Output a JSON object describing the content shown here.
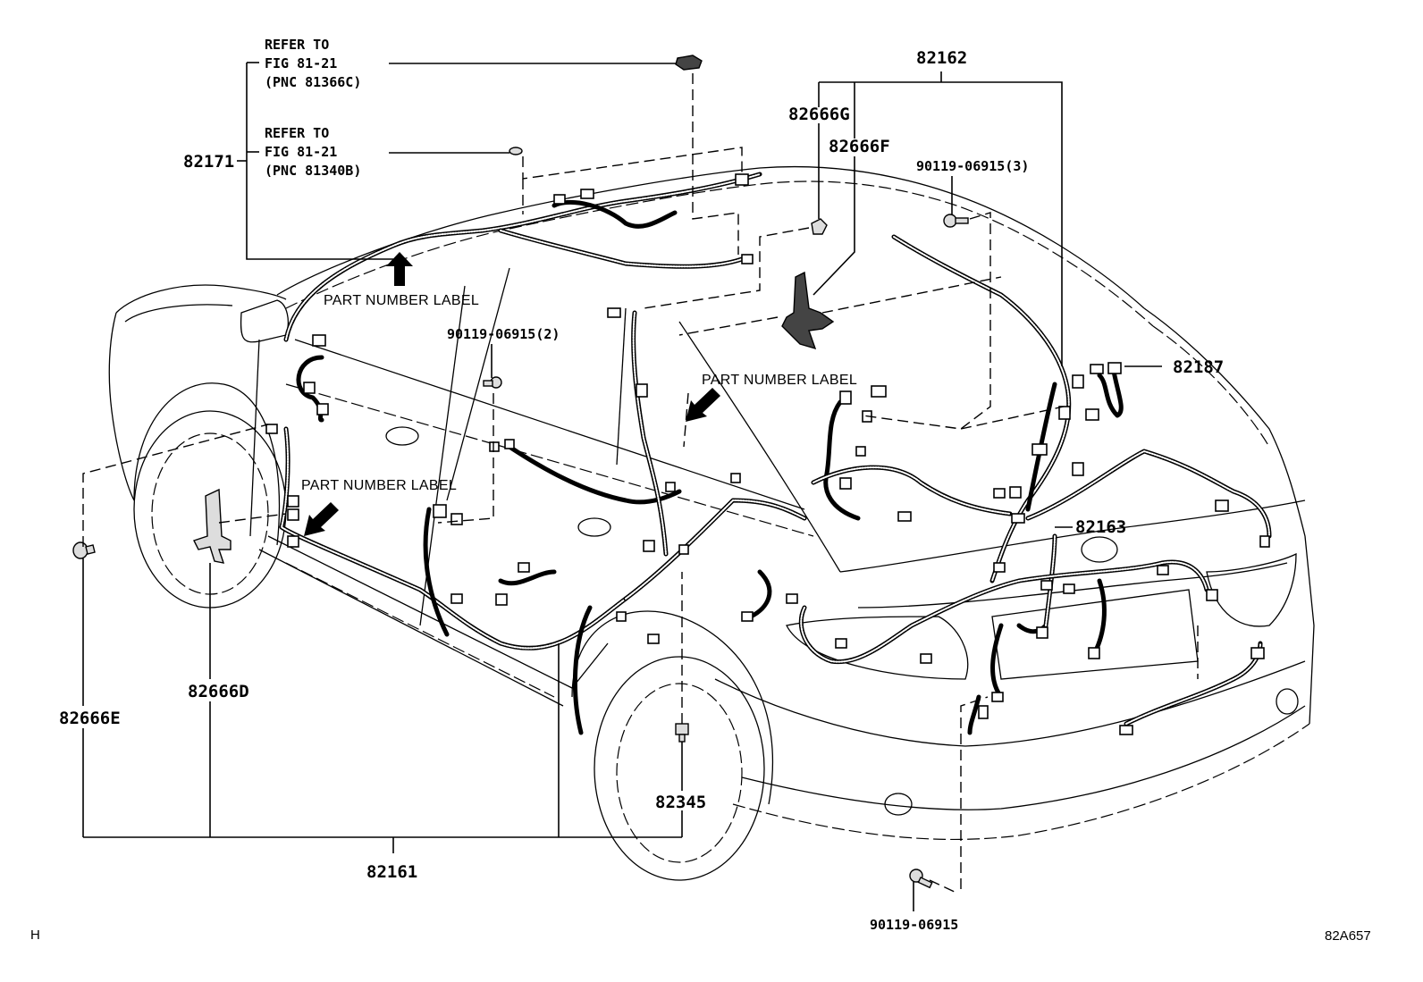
{
  "figure_id": "82A657",
  "corner_mark": "H",
  "references": [
    {
      "line1": "REFER TO",
      "line2": "FIG 81-21",
      "line3": "(PNC 81366C)"
    },
    {
      "line1": "REFER TO",
      "line2": "FIG 81-21",
      "line3": "(PNC 81340B)"
    }
  ],
  "part_labels": {
    "p82171": "82171",
    "p82162": "82162",
    "p82666G": "82666G",
    "p82666F": "82666F",
    "p90119_3": "90119-06915(3)",
    "p90119_2": "90119-06915(2)",
    "p82187": "82187",
    "p82163": "82163",
    "p82666E": "82666E",
    "p82666D": "82666D",
    "p82161": "82161",
    "p82345": "82345",
    "p90119": "90119-06915"
  },
  "notes": {
    "part_number_label": "PART NUMBER LABEL"
  }
}
